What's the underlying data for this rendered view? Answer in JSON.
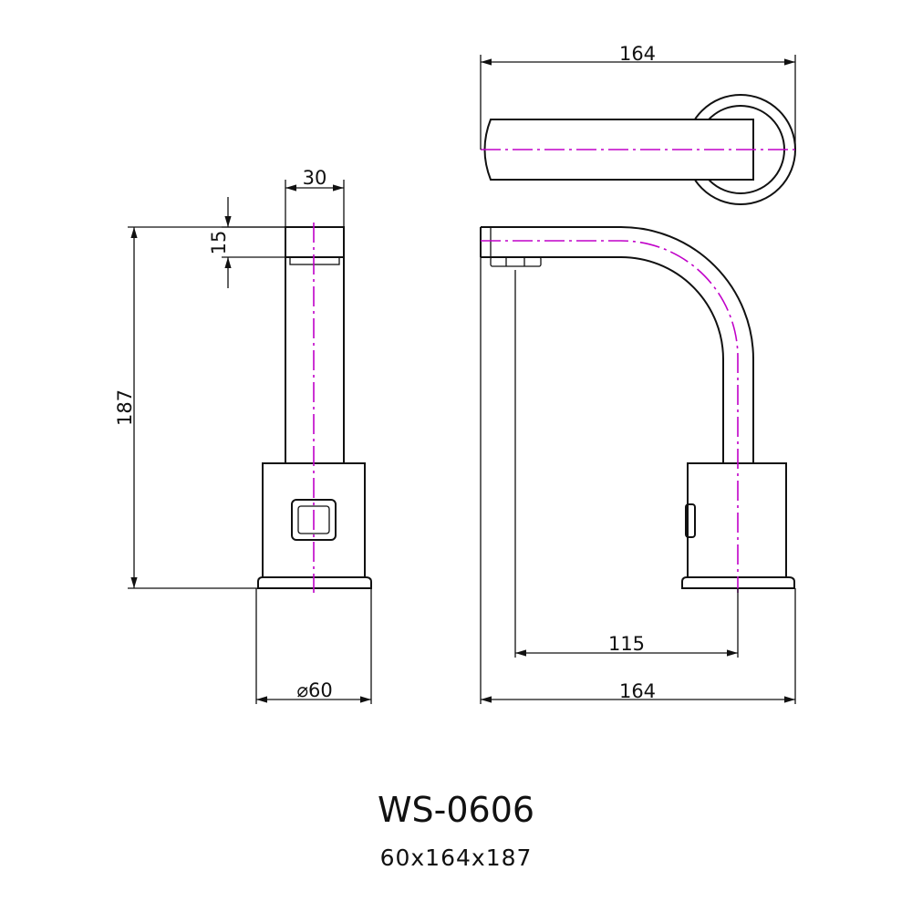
{
  "model": "WS-0606",
  "size": "60x164x187",
  "dimensions": {
    "top_width": "164",
    "spout_width": "30",
    "spout_thickness": "15",
    "height": "187",
    "base_diameter": "⌀60",
    "reach": "115",
    "bottom_width": "164"
  },
  "colors": {
    "line": "#111111",
    "centerline": "#c000c8"
  }
}
